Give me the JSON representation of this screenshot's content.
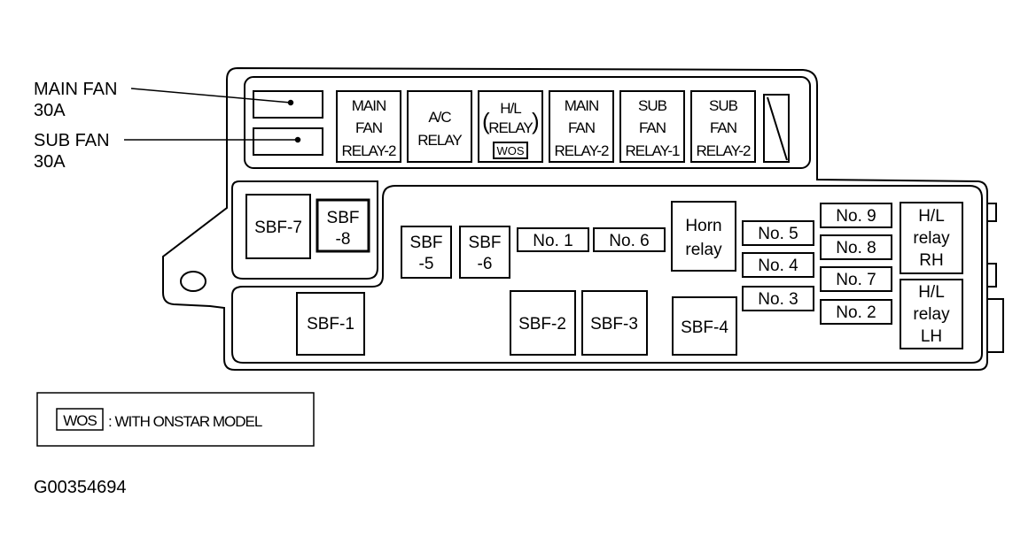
{
  "callouts": {
    "main_fan_line1": "MAIN FAN",
    "main_fan_line2": "30A",
    "sub_fan_line1": "SUB FAN",
    "sub_fan_line2": "30A"
  },
  "relays": {
    "main_fan_relay_2a": [
      "MAIN",
      "FAN",
      "RELAY-2"
    ],
    "ac_relay": [
      "A/C",
      "RELAY"
    ],
    "hl_relay": [
      "H/L",
      "RELAY"
    ],
    "hl_relay_paren_open": "(",
    "hl_relay_paren_close": ")",
    "wos_tag": "WOS",
    "main_fan_relay_2b": [
      "MAIN",
      "FAN",
      "RELAY-2"
    ],
    "sub_fan_relay_1": [
      "SUB",
      "FAN",
      "RELAY-1"
    ],
    "sub_fan_relay_2": [
      "SUB",
      "FAN",
      "RELAY-2"
    ],
    "horn_relay": [
      "Horn",
      "relay"
    ],
    "hl_relay_rh": [
      "H/L",
      "relay",
      "RH"
    ],
    "hl_relay_lh": [
      "H/L",
      "relay",
      "LH"
    ]
  },
  "slow_blow_fuses": {
    "sbf_7": "SBF-7",
    "sbf_8": [
      "SBF",
      "-8"
    ],
    "sbf_5": [
      "SBF",
      "-5"
    ],
    "sbf_6": [
      "SBF",
      "-6"
    ],
    "sbf_1": "SBF-1",
    "sbf_2": "SBF-2",
    "sbf_3": "SBF-3",
    "sbf_4": "SBF-4"
  },
  "fuses": {
    "no1": "No. 1",
    "no6": "No. 6",
    "no5": "No. 5",
    "no4": "No. 4",
    "no3": "No. 3",
    "no9": "No. 9",
    "no8": "No. 8",
    "no7": "No. 7",
    "no2": "No. 2"
  },
  "legend": {
    "tag": "WOS",
    "text": ": WITH ONSTAR MODEL"
  },
  "figure_id": "G00354694"
}
